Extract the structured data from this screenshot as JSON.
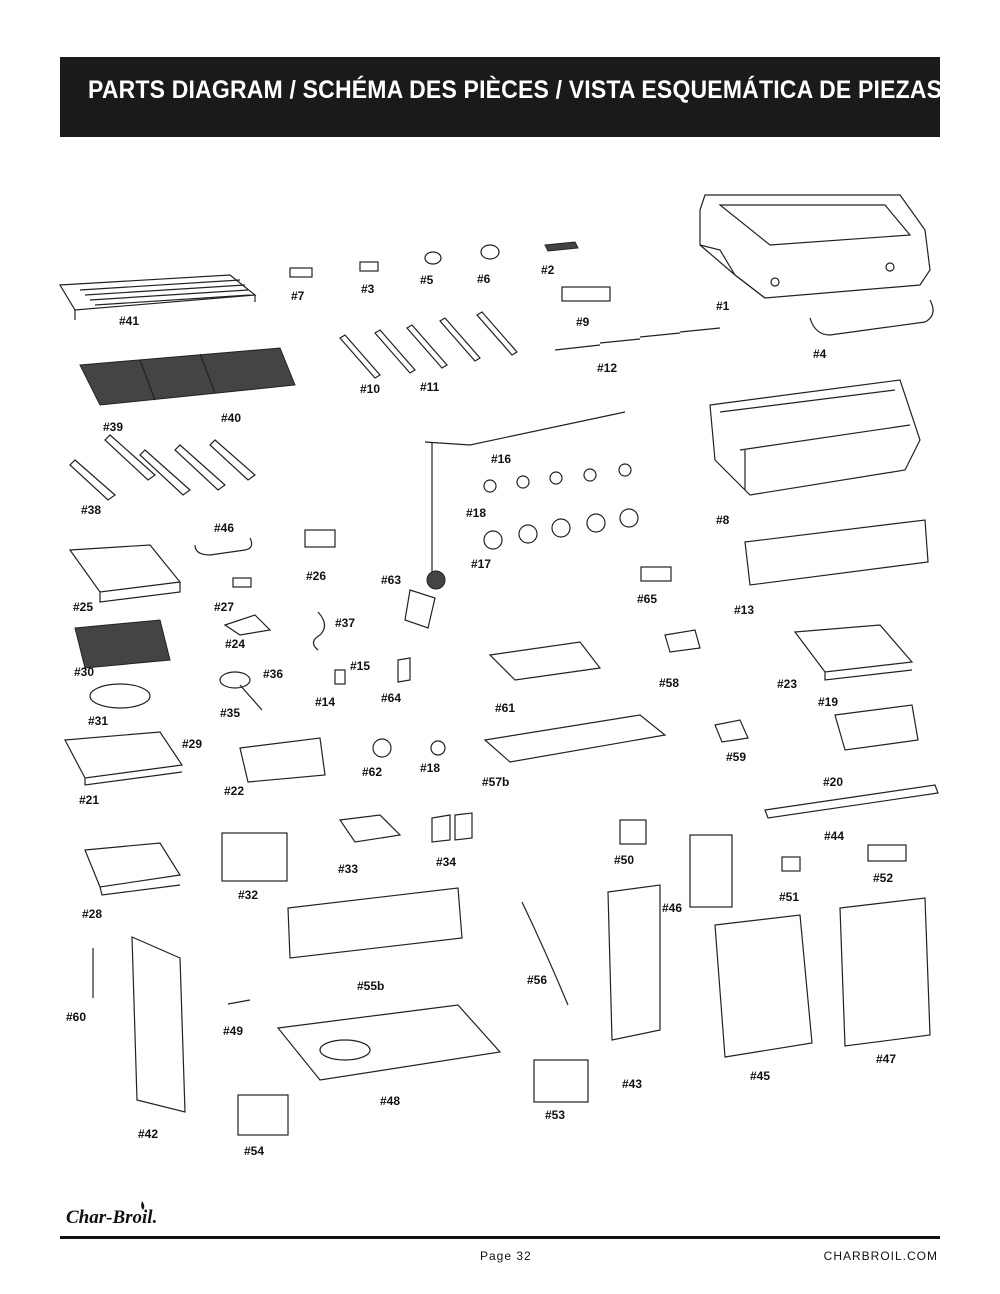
{
  "header": {
    "title": "PARTS DIAGRAM / SCHÉMA DES PIÈCES / VISTA ESQUEMÁTICA DE PIEZAS"
  },
  "brand": {
    "name": "Char-Broil."
  },
  "footer": {
    "page": "Page 32",
    "site": "CHARBROIL.COM"
  },
  "parts": [
    "#1",
    "#2",
    "#3",
    "#4",
    "#5",
    "#6",
    "#7",
    "#8",
    "#9",
    "#10",
    "#11",
    "#12",
    "#13",
    "#14",
    "#15",
    "#16",
    "#17",
    "#18",
    "#18",
    "#19",
    "#20",
    "#21",
    "#22",
    "#23",
    "#24",
    "#25",
    "#26",
    "#27",
    "#28",
    "#29",
    "#30",
    "#31",
    "#32",
    "#33",
    "#34",
    "#35",
    "#36",
    "#37",
    "#38",
    "#39",
    "#40",
    "#41",
    "#42",
    "#43",
    "#44",
    "#45",
    "#46",
    "#46",
    "#47",
    "#48",
    "#49",
    "#50",
    "#51",
    "#52",
    "#53",
    "#54",
    "#55b",
    "#56",
    "#57b",
    "#58",
    "#59",
    "#60",
    "#61",
    "#62",
    "#63",
    "#64",
    "#65"
  ]
}
